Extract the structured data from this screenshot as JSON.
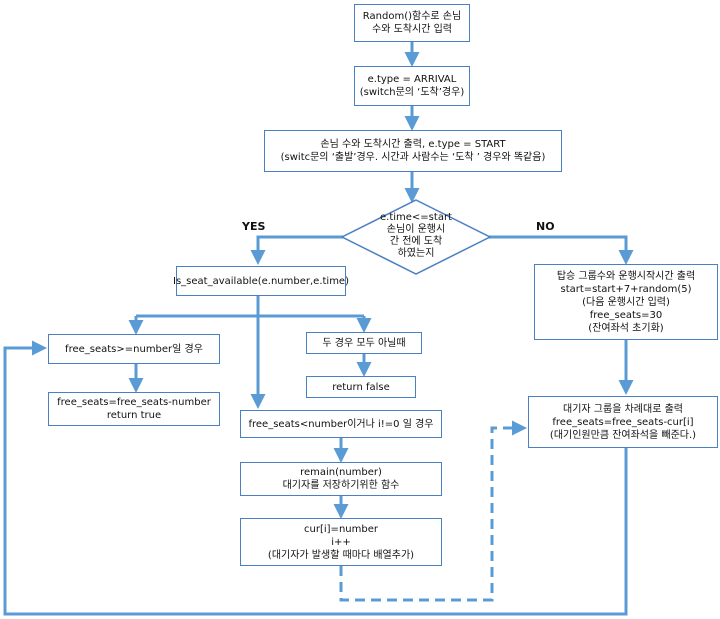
{
  "nodes": {
    "input": [
      "Random()함수로 손님",
      "수와 도착시간 입력"
    ],
    "arrival": [
      "e.type = ARRIVAL",
      "(switch문의 ‘도착’경우)"
    ],
    "print_start": [
      "손님 수와 도착시간 출력, e.type = START",
      "(switc문의 ‘출발’경우. 시간과 사람수는 ‘도착 ’ 경우와 똑같음)"
    ],
    "decision": [
      "e.time<=start",
      "손님이 운행시",
      "간 전에 도착",
      "하였는지"
    ],
    "is_seat": [
      "Is_seat_available(e.number,e.time)"
    ],
    "free_ge": [
      "free_seats>=number일 경우"
    ],
    "free_minus": [
      "free_seats=free_seats-number",
      "return true"
    ],
    "neither": [
      "두 경우 모두 아닐때"
    ],
    "return_false": [
      "return false"
    ],
    "free_lt": [
      "free_seats<number이거나 i!=0 일 경우"
    ],
    "remain": [
      "remain(number)",
      "대기자를 저장하기위한 함수"
    ],
    "cur": [
      "cur[i]=number",
      "i++",
      "(대기자가 발생할 때마다 배열추가)"
    ],
    "boarding": [
      "탑승 그룹수와 운행시작시간 출력",
      "start=start+7+random(5)",
      "(다음 운행시간 입력)",
      "free_seats=30",
      "(잔여좌석 초기화)"
    ],
    "waiting": [
      "대기자 그룹을 차례대로 출력",
      "free_seats=free_seats-cur[i]",
      "(대기인원만큼 잔여좌석을 빼준다.)"
    ]
  },
  "labels": {
    "yes": "YES",
    "no": "NO"
  },
  "colors": {
    "line": "#5b9bd5",
    "border": "#4a7fc1"
  }
}
